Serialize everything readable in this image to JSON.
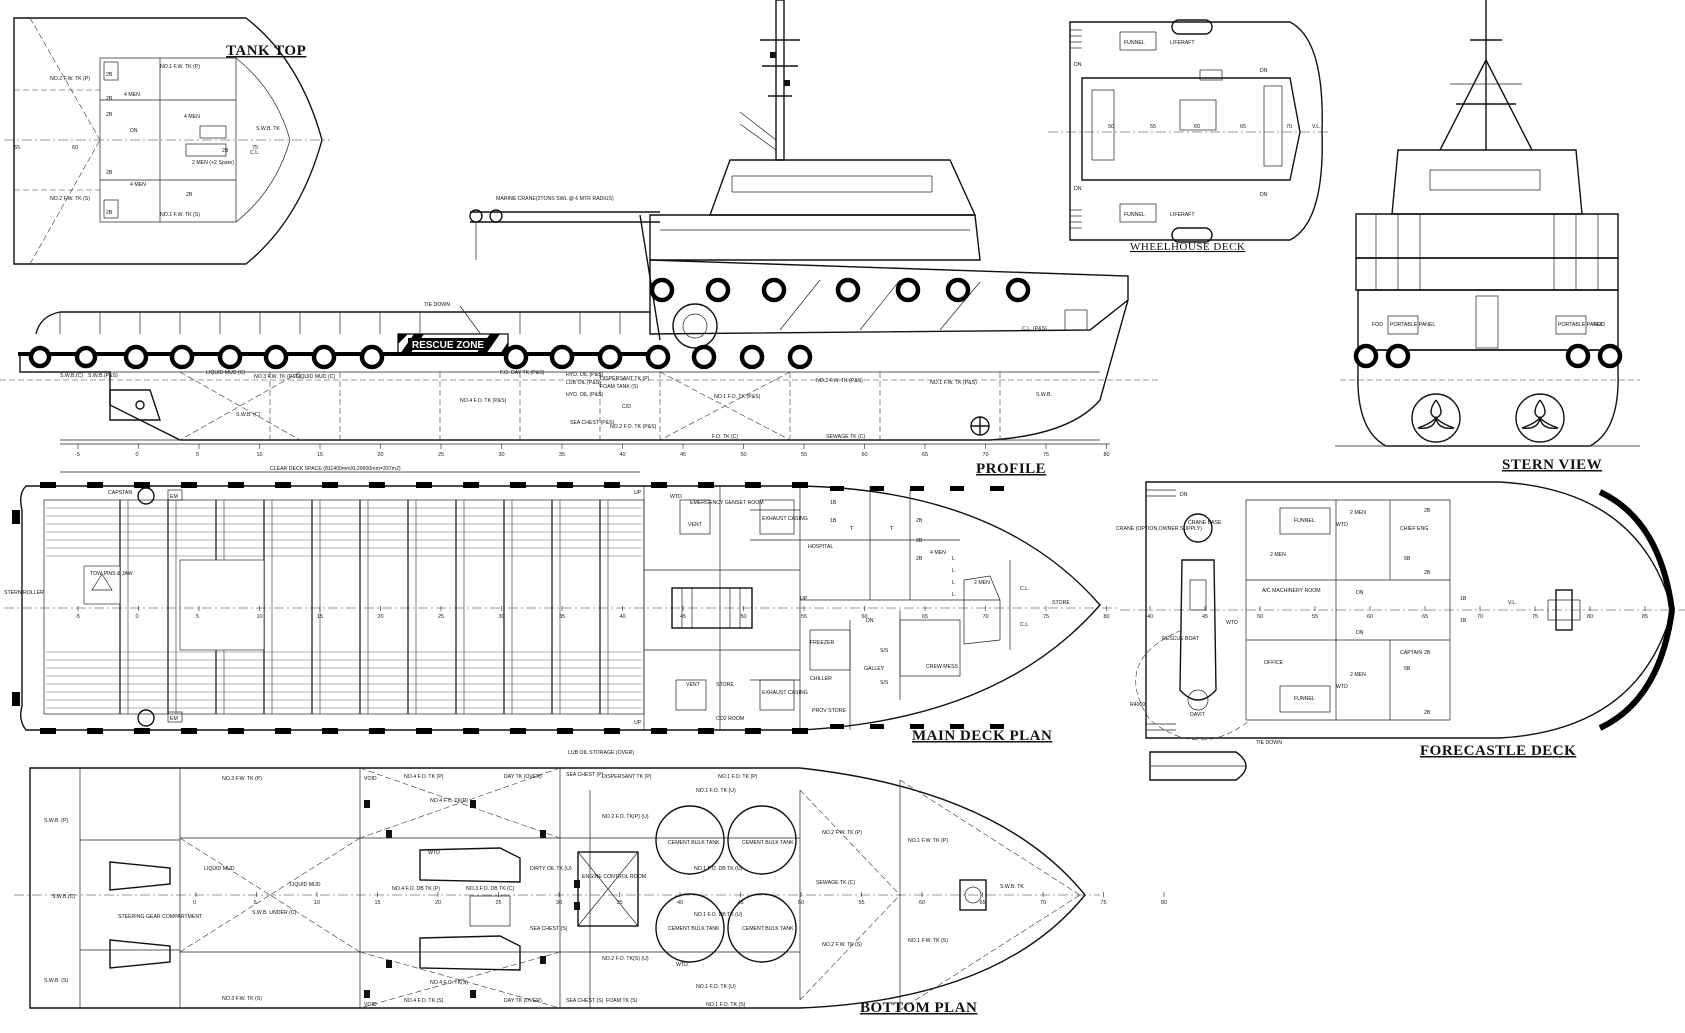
{
  "titles": {
    "tank_top": "TANK TOP",
    "profile": "PROFILE",
    "stern_view": "STERN VIEW",
    "wheelhouse_deck": "WHEELHOUSE DECK",
    "main_deck_plan": "MAIN DECK PLAN",
    "forecastle_deck": "FORECASTLE DECK",
    "bottom_plan": "BOTTOM PLAN"
  },
  "tank_top": {
    "labels": [
      "NO.2 F.W. TK (P)",
      "NO.1 F.W. TK (P)",
      "S.W.B. TK",
      "C.L.",
      "NO.2 F.W. TK (S)",
      "NO.1 F.W. TK (S)",
      "4 MEN",
      "4 MEN",
      "4 MEN",
      "2 MEN (+2 Spare)",
      "2B",
      "2B",
      "2B",
      "2B",
      "2B",
      "2B",
      "2B",
      "DN"
    ],
    "frames": [
      "55",
      "60",
      "75"
    ]
  },
  "profile": {
    "crane": "MARINE CRANE(2TONS SWL @ 6 MTR RADIUS)",
    "tie_down": "TIE DOWN",
    "rescue_zone": "RESCUE ZONE",
    "tanks": [
      "LIQUID MUD (C)",
      "NO.3 F.W. TK (P&S)",
      "LIQUID MUD (C)",
      "F.O. DAY TK (P&S)",
      "HYD. OIL (P&S)",
      "LUB OIL (P&S)",
      "DISPERSANT TK (P)",
      "FOAM TANK (S)",
      "NO.4 F.O. TK (P&S)",
      "HYD. OIL (P&S)",
      "C/D",
      "SEA CHEST (P&S)",
      "NO.2 F.O. TK (P&S)",
      "NO.1 F.O. TK (P&S)",
      "NO.2 F.W. TK (P&S)",
      "NO.1 F.W. TK (P&S)",
      "S.W.B.",
      "F.O. TK (C)",
      "SEWAGE TK (C)",
      "C.L. (P&S)",
      "S.W.B.(C)",
      "S.W.B.(P&S)",
      "S.W.B. (C)"
    ],
    "frames": [
      "-5",
      "0",
      "5",
      "10",
      "15",
      "20",
      "25",
      "30",
      "35",
      "40",
      "45",
      "50",
      "55",
      "60",
      "65",
      "70",
      "75",
      "80"
    ]
  },
  "wheelhouse": {
    "labels": [
      "FUNNEL",
      "LIFERAFT",
      "FUNNEL",
      "LIFERAFT",
      "DN",
      "DN",
      "DN",
      "DN",
      "V.L."
    ],
    "frames": [
      "50",
      "55",
      "60",
      "65",
      "70"
    ]
  },
  "stern_view": {
    "labels": [
      "PORTABLE PANEL",
      "PORTABLE PANEL",
      "FOD",
      "FOD"
    ]
  },
  "main_deck": {
    "clear_deck": "CLEAR DECK SPACE (811400mmXL29600mm=337m2)",
    "labels": [
      "CAPSTAN",
      "EM",
      "EM",
      "STERN ROLLER",
      "TOW PINS & JAW",
      "UP",
      "UP",
      "EMERGENCY GENSET ROOM",
      "VENT",
      "EXHAUST CASING",
      "WTD",
      "HOSPITAL",
      "1B",
      "1B",
      "2B",
      "2B",
      "2B",
      "4 MEN",
      "2 MEN",
      "C.L.",
      "C.L.",
      "STORE",
      "FREEZER",
      "CHILLER",
      "GALLEY",
      "CREW MESS",
      "PROV STORE",
      "VENT",
      "STORE",
      "EXHAUST CASING",
      "CO2 ROOM",
      "S/S",
      "S/S",
      "L",
      "L",
      "L",
      "L",
      "T",
      "T",
      "UP",
      "DN"
    ],
    "frames": [
      "-5",
      "0",
      "5",
      "10",
      "15",
      "20",
      "25",
      "30",
      "35",
      "40",
      "45",
      "50",
      "55",
      "60",
      "65",
      "70",
      "75",
      "80"
    ]
  },
  "forecastle": {
    "labels": [
      "DN",
      "CRANE (OPTION,OWNER SUPPLY)",
      "CRANE BASE",
      "FUNNEL",
      "2 MEN",
      "2 MEN",
      "CHIEF ENG.",
      "A/C MACHINERY ROOM",
      "1B",
      "1B",
      "OFFICE",
      "FUNNEL",
      "2 MEN",
      "CAPTAIN",
      "RESCUE BOAT",
      "DAVIT",
      "TIE DOWN",
      "R4000",
      "2B",
      "2B",
      "2B",
      "2B",
      "5B",
      "5B",
      "DN",
      "DN",
      "V.L.",
      "WTD",
      "WTD",
      "WTD"
    ],
    "frames": [
      "40",
      "45",
      "50",
      "55",
      "60",
      "65",
      "70",
      "75",
      "80",
      "85"
    ]
  },
  "bottom_plan": {
    "labels": [
      "S.W.B. (P)",
      "S.W.B.(C)",
      "S.W.B. (S)",
      "STEERING GEAR COMPARTMENT",
      "NO.3 F.W. TK (P)",
      "NO.3 F.W. TK (S)",
      "LIQUID MUD",
      "LIQUID MUD",
      "S.W.B. UNDER (C)",
      "VOID",
      "VOID",
      "NO.4 F.O. TK (P)",
      "NO.4 F.O. TK(P)",
      "NO.4 F.O. DB TK (P)",
      "NO.3 F.O. DB TK (C)",
      "NO.4 F.O. TK(S)",
      "NO.4 F.O. TK (S)",
      "DAY TK (OVER)",
      "DAY TK (OVER)",
      "DIRTY OIL TK (U)",
      "SEA CHEST (S)",
      "SEA CHEST (P)",
      "SEA CHEST (S)",
      "LUB OIL STORAGE (OVER)",
      "DISPERSANT TK (P)",
      "FOAM TK (S)",
      "ENGINE CONTROL ROOM",
      "NO.2 F.O. TK(P) (U)",
      "NO.2 F.O. TK(S) (U)",
      "CEMENT BULK TANK",
      "CEMENT BULK TANK",
      "CEMENT BULK TANK",
      "CEMENT BULK TANK",
      "NO.1 F.O. TK (U)",
      "NO.1 F.O. TK (P)",
      "NO.1 F.O. TK (S)",
      "NO.1 F.O. DB TK (U)",
      "NO.1 F.O. DB TK (U)",
      "NO.1 F.O. TK (U)",
      "NO.2 F.W. TK (P)",
      "NO.2 F.W. TK (S)",
      "NO.1 F.W. TK (P)",
      "NO.1 F.W. TK (S)",
      "SEWAGE TK (C)",
      "S.W.B. TK",
      "WTD",
      "WTD"
    ],
    "frames": [
      "0",
      "5",
      "10",
      "15",
      "20",
      "25",
      "30",
      "35",
      "40",
      "45",
      "50",
      "55",
      "60",
      "65",
      "70",
      "75",
      "80"
    ]
  }
}
